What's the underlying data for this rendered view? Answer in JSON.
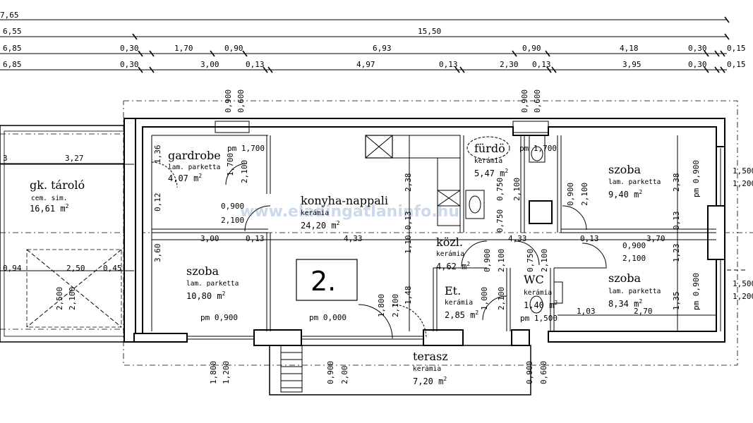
{
  "dimension_rows": [
    [
      {
        "t": "7,65"
      }
    ],
    [
      {
        "t": "6,55"
      },
      {
        "t": "15,50"
      }
    ],
    [
      {
        "t": "6,85"
      },
      {
        "t": "0,30"
      },
      {
        "t": "1,70"
      },
      {
        "t": "0,90"
      },
      {
        "t": "6,93"
      },
      {
        "t": "0,90"
      },
      {
        "t": "4,18"
      },
      {
        "t": "0,30"
      },
      {
        "t": "0,15"
      }
    ],
    [
      {
        "t": "6,85"
      },
      {
        "t": "0,30"
      },
      {
        "t": "3,00"
      },
      {
        "t": "0,13"
      },
      {
        "t": "4,97"
      },
      {
        "t": "0,13"
      },
      {
        "t": "2,30"
      },
      {
        "t": "0,13"
      },
      {
        "t": "3,95"
      },
      {
        "t": "0,30"
      },
      {
        "t": "0,15"
      }
    ]
  ],
  "rooms": [
    {
      "id": "gk-tarolo",
      "name": "gk. tároló",
      "material": "cem. sim.",
      "area": "16,61",
      "unit": "m"
    },
    {
      "id": "gardrobe",
      "name": "gardrobe",
      "material": "lam. parketta",
      "area": "4,07",
      "unit": "m"
    },
    {
      "id": "konyha-nappali",
      "name": "konyha-nappali",
      "material": "kerámia",
      "area": "24,20",
      "unit": "m"
    },
    {
      "id": "furdo",
      "name": "fürdö",
      "material": "kerámia",
      "area": "5,47",
      "unit": "m"
    },
    {
      "id": "szoba-ne",
      "name": "szoba",
      "material": "lam. parketta",
      "area": "9,40",
      "unit": "m"
    },
    {
      "id": "kozl",
      "name": "közl.",
      "material": "kerámia",
      "area": "4,62",
      "unit": "m"
    },
    {
      "id": "szoba-w",
      "name": "szoba",
      "material": "lam. parketta",
      "area": "10,80",
      "unit": "m"
    },
    {
      "id": "et",
      "name": "Et.",
      "material": "kerámia",
      "area": "2,85",
      "unit": "m"
    },
    {
      "id": "wc",
      "name": "WC",
      "material": "kerámia",
      "area": "1,40",
      "unit": "m"
    },
    {
      "id": "szoba-se",
      "name": "szoba",
      "material": "lam. parketta",
      "area": "8,34",
      "unit": "m"
    },
    {
      "id": "terasz",
      "name": "terasz",
      "material": "kerámia",
      "area": "7,20",
      "unit": "m"
    }
  ],
  "area_superscript": "2",
  "unit_label": "2.",
  "watermark": "www.eladingatlaninfo.hu",
  "inner_dims": [
    {
      "t": "3,27"
    },
    {
      "t": "1,36"
    },
    {
      "t": "0,12"
    },
    {
      "t": "3,00"
    },
    {
      "t": "0,13"
    },
    {
      "t": "4,33"
    },
    {
      "t": "2,38"
    },
    {
      "t": "0,13"
    },
    {
      "t": "1,10"
    },
    {
      "t": "1,48"
    },
    {
      "t": "3,60"
    },
    {
      "t": "4,33"
    },
    {
      "t": "0,13"
    },
    {
      "t": "3,70"
    },
    {
      "t": "2,38"
    },
    {
      "t": "0,13"
    },
    {
      "t": "1,23"
    },
    {
      "t": "1,35"
    },
    {
      "t": "1,03"
    },
    {
      "t": "2,70"
    },
    {
      "t": "0,94"
    },
    {
      "t": "2,50"
    },
    {
      "t": "0,45"
    },
    {
      "t": "3"
    }
  ],
  "openings": [
    {
      "t": "0,900"
    },
    {
      "t": "0,600"
    },
    {
      "t": "0,900"
    },
    {
      "t": "0,600"
    },
    {
      "t": "pm 1,700"
    },
    {
      "t": "2,100"
    },
    {
      "t": "1,700"
    },
    {
      "t": "0,750"
    },
    {
      "t": "pm 1,700"
    },
    {
      "t": "0,750"
    },
    {
      "t": "2,100"
    },
    {
      "t": "0,900"
    },
    {
      "t": "2,100"
    },
    {
      "t": "0,900"
    },
    {
      "t": "2,100"
    },
    {
      "t": "pm 0,900"
    },
    {
      "t": "1,500"
    },
    {
      "t": "1,200"
    },
    {
      "t": "0,900"
    },
    {
      "t": "2,100"
    },
    {
      "t": "0,900"
    },
    {
      "t": "2,100"
    },
    {
      "t": "0,750"
    },
    {
      "t": "2,100"
    },
    {
      "t": "1,000"
    },
    {
      "t": "2,100"
    },
    {
      "t": "pm 1,500"
    },
    {
      "t": "pm 0,900"
    },
    {
      "t": "1,500"
    },
    {
      "t": "1,200"
    },
    {
      "t": "2,500"
    },
    {
      "t": "2,100"
    },
    {
      "t": "pm 0,900"
    },
    {
      "t": "pm 0,000"
    },
    {
      "t": "1,800"
    },
    {
      "t": "2,100"
    },
    {
      "t": "1,800"
    },
    {
      "t": "1,200"
    },
    {
      "t": "0,900"
    },
    {
      "t": "2,00"
    },
    {
      "t": "0,900"
    },
    {
      "t": "0,600"
    }
  ]
}
